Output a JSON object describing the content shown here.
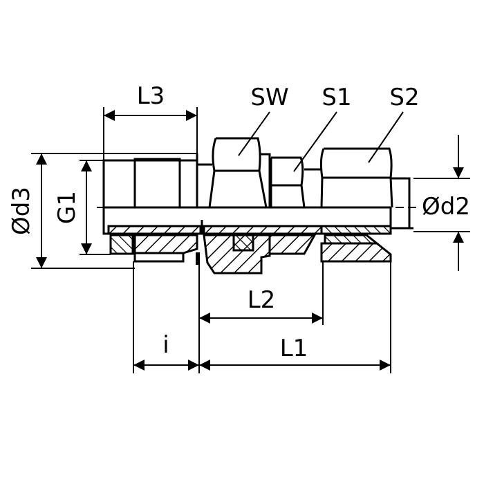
{
  "drawing": {
    "title": "Bulkhead tube fitting dimension drawing",
    "labels": {
      "L3": "L3",
      "SW": "SW",
      "S1": "S1",
      "S2": "S2",
      "d3": "Ød3",
      "G1": "G1",
      "d2": "Ød2",
      "L2": "L2",
      "i": "i",
      "L1": "L1"
    },
    "line_color": "#000000",
    "background": "#ffffff"
  }
}
